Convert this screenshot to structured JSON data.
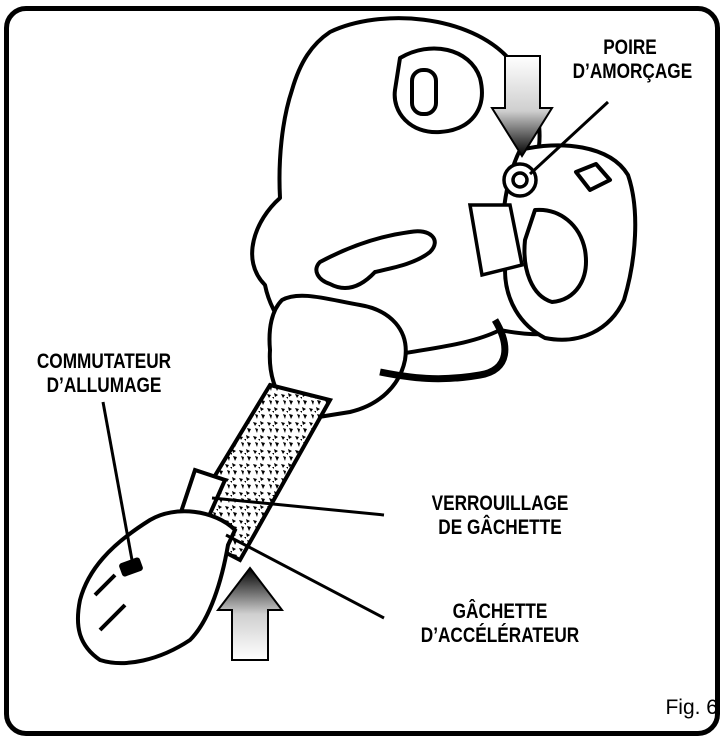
{
  "labels": {
    "primer": {
      "line1": "POIRE",
      "line2": "D’AMORÇAGE"
    },
    "ignition": {
      "line1": "COMMUTATEUR",
      "line2": "D’ALLUMAGE"
    },
    "lockout": {
      "line1": "VERROUILLAGE",
      "line2": "DE GÂCHETTE"
    },
    "throttle": {
      "line1": "GÂCHETTE",
      "line2": "D’ACCÉLÉRATEUR"
    }
  },
  "figure_label": "Fig. 6",
  "colors": {
    "ink": "#000000",
    "paper": "#ffffff",
    "arrow_light": "#e0e0e0"
  },
  "icons": [
    "down-arrow-icon",
    "up-arrow-icon"
  ]
}
